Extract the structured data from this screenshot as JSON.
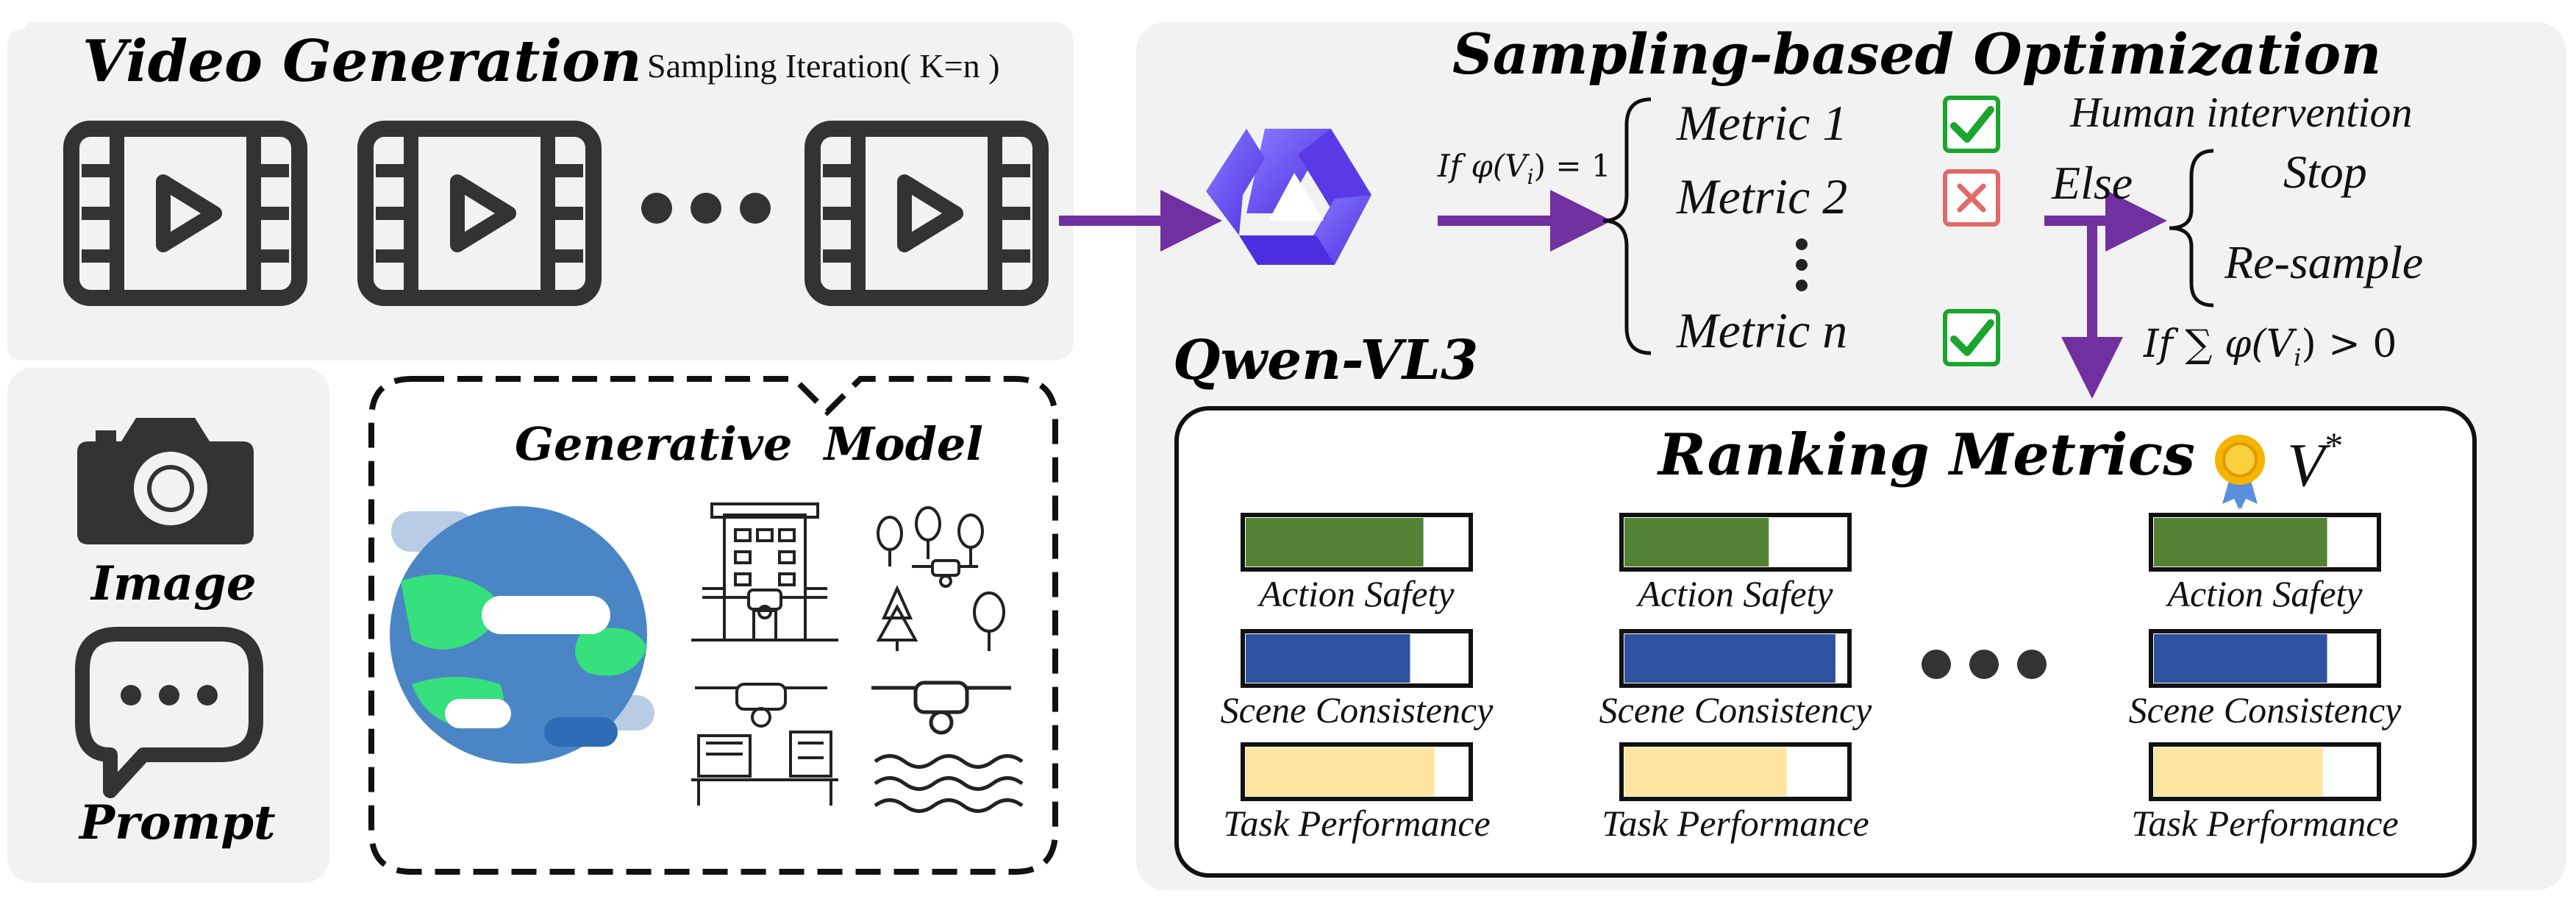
{
  "video_panel": {
    "title": "Video Generation",
    "sampling_label": "Sampling Iteration( K=n )",
    "ellipsis_icon": "three-dots"
  },
  "inputs": {
    "image_label": "Image",
    "prompt_label": "Prompt",
    "image_icon": "camera-icon",
    "prompt_icon": "chat-bubble-icon"
  },
  "generative_model": {
    "title": "Generative  Model",
    "icons": [
      "globe-icon",
      "building-drone-icon",
      "forest-drone-icon",
      "office-drone-icon",
      "water-drone-icon"
    ]
  },
  "optimization": {
    "title": "Sampling-based Optimization",
    "model_label": "Qwen-VL3",
    "condition_left": "If φ(V",
    "condition_left_sub": "i",
    "condition_left_tail": ") = 1",
    "metrics": [
      {
        "label": "Metric 1",
        "status": "pass"
      },
      {
        "label": "Metric 2",
        "status": "fail"
      },
      {
        "label": "Metric n",
        "status": "pass"
      }
    ],
    "human_intervention": "Human intervention",
    "else_label": "Else",
    "options": [
      "Stop",
      "Re-sample"
    ],
    "condition_sum": "If ∑ φ(V",
    "condition_sum_sub": "i",
    "condition_sum_tail": ") > 0"
  },
  "ranking": {
    "title": "Ranking Metrics",
    "best_label": "V",
    "best_sup": "*",
    "bar_labels": [
      "Action Safety",
      "Scene Consistency",
      "Task Performance"
    ],
    "columns": [
      {
        "action_safety": 0.8,
        "scene_consistency": 0.74,
        "task_performance": 0.85
      },
      {
        "action_safety": 0.65,
        "scene_consistency": 0.95,
        "task_performance": 0.73
      },
      {
        "action_safety": 0.78,
        "scene_consistency": 0.78,
        "task_performance": 0.76
      }
    ]
  },
  "colors": {
    "panel_bg": "#f2f2f2",
    "arrow": "#7030a0",
    "action_safety": "#548235",
    "scene_consistency": "#2f52a0",
    "task_performance": "#fbe5a0",
    "check": "#1aa52c",
    "cross": "#e06a6a",
    "qwen": "#6b4cf0",
    "medal": "#f4b400"
  }
}
